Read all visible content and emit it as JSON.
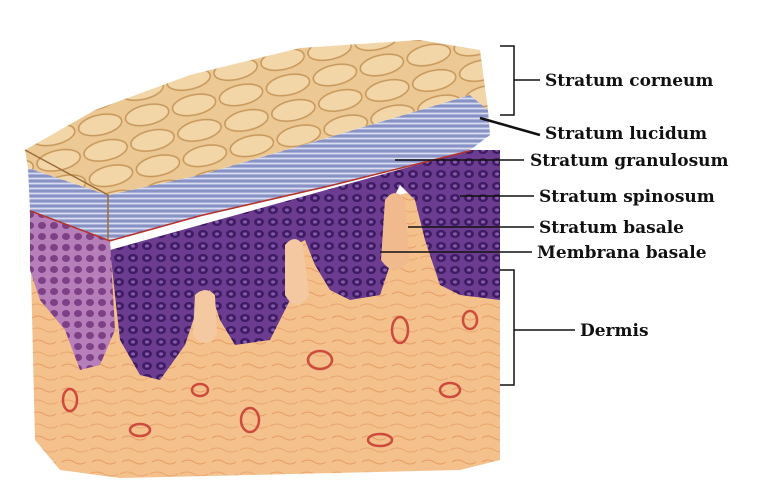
{
  "labels": {
    "stratum_corneum": "Stratum corneum",
    "stratum_lucidum": "Stratum lucidum",
    "stratum_granulosum": "Stratum granulosum",
    "stratum_spinosum": "Stratum spinosum",
    "stratum_basale": "Stratum basale",
    "membrana_basale": "Membrana basale",
    "dermis": "Dermis"
  },
  "colors": {
    "corneum": "#e8c48f",
    "corneum_dark": "#c99a5e",
    "lucidum": "#8b95c7",
    "lucidum_light": "#c9cde8",
    "granulosum": "#7a4a9a",
    "spinosum": "#5b2f82",
    "spinosum_cell": "#3a1a5e",
    "basale_line": "#c0392b",
    "dermis": "#f3c18e",
    "dermis_dark": "#e39a5c",
    "vessel": "#d9534f",
    "leader": "#111111"
  }
}
